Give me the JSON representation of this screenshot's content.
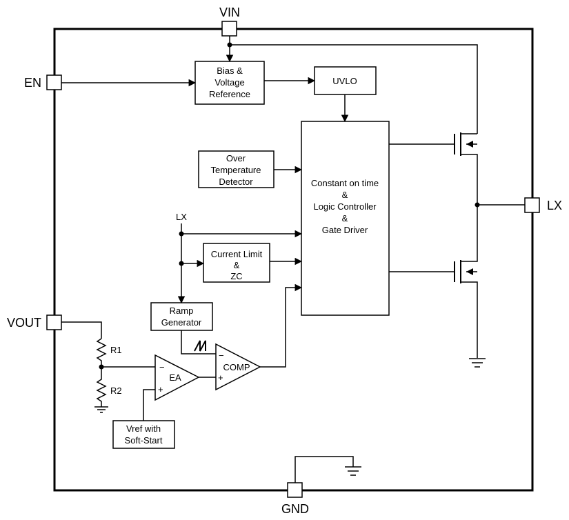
{
  "pins": {
    "vin": "VIN",
    "en": "EN",
    "lx": "LX",
    "vout": "VOUT",
    "gnd": "GND"
  },
  "blocks": {
    "bias": [
      "Bias &",
      "Voltage",
      "Reference"
    ],
    "uvlo": "UVLO",
    "otd": [
      "Over",
      "Temperature",
      "Detector"
    ],
    "controller": [
      "Constant on time",
      "&",
      "Logic Controller",
      "&",
      "Gate Driver"
    ],
    "current_limit": [
      "Current Limit",
      "&",
      "ZC"
    ],
    "ramp": [
      "Ramp",
      "Generator"
    ],
    "vref": [
      "Vref with",
      "Soft-Start"
    ],
    "ea": "EA",
    "comp": "COMP"
  },
  "labels": {
    "lx_node": "LX",
    "r1": "R1",
    "r2": "R2",
    "minus": "−",
    "plus": "+"
  }
}
